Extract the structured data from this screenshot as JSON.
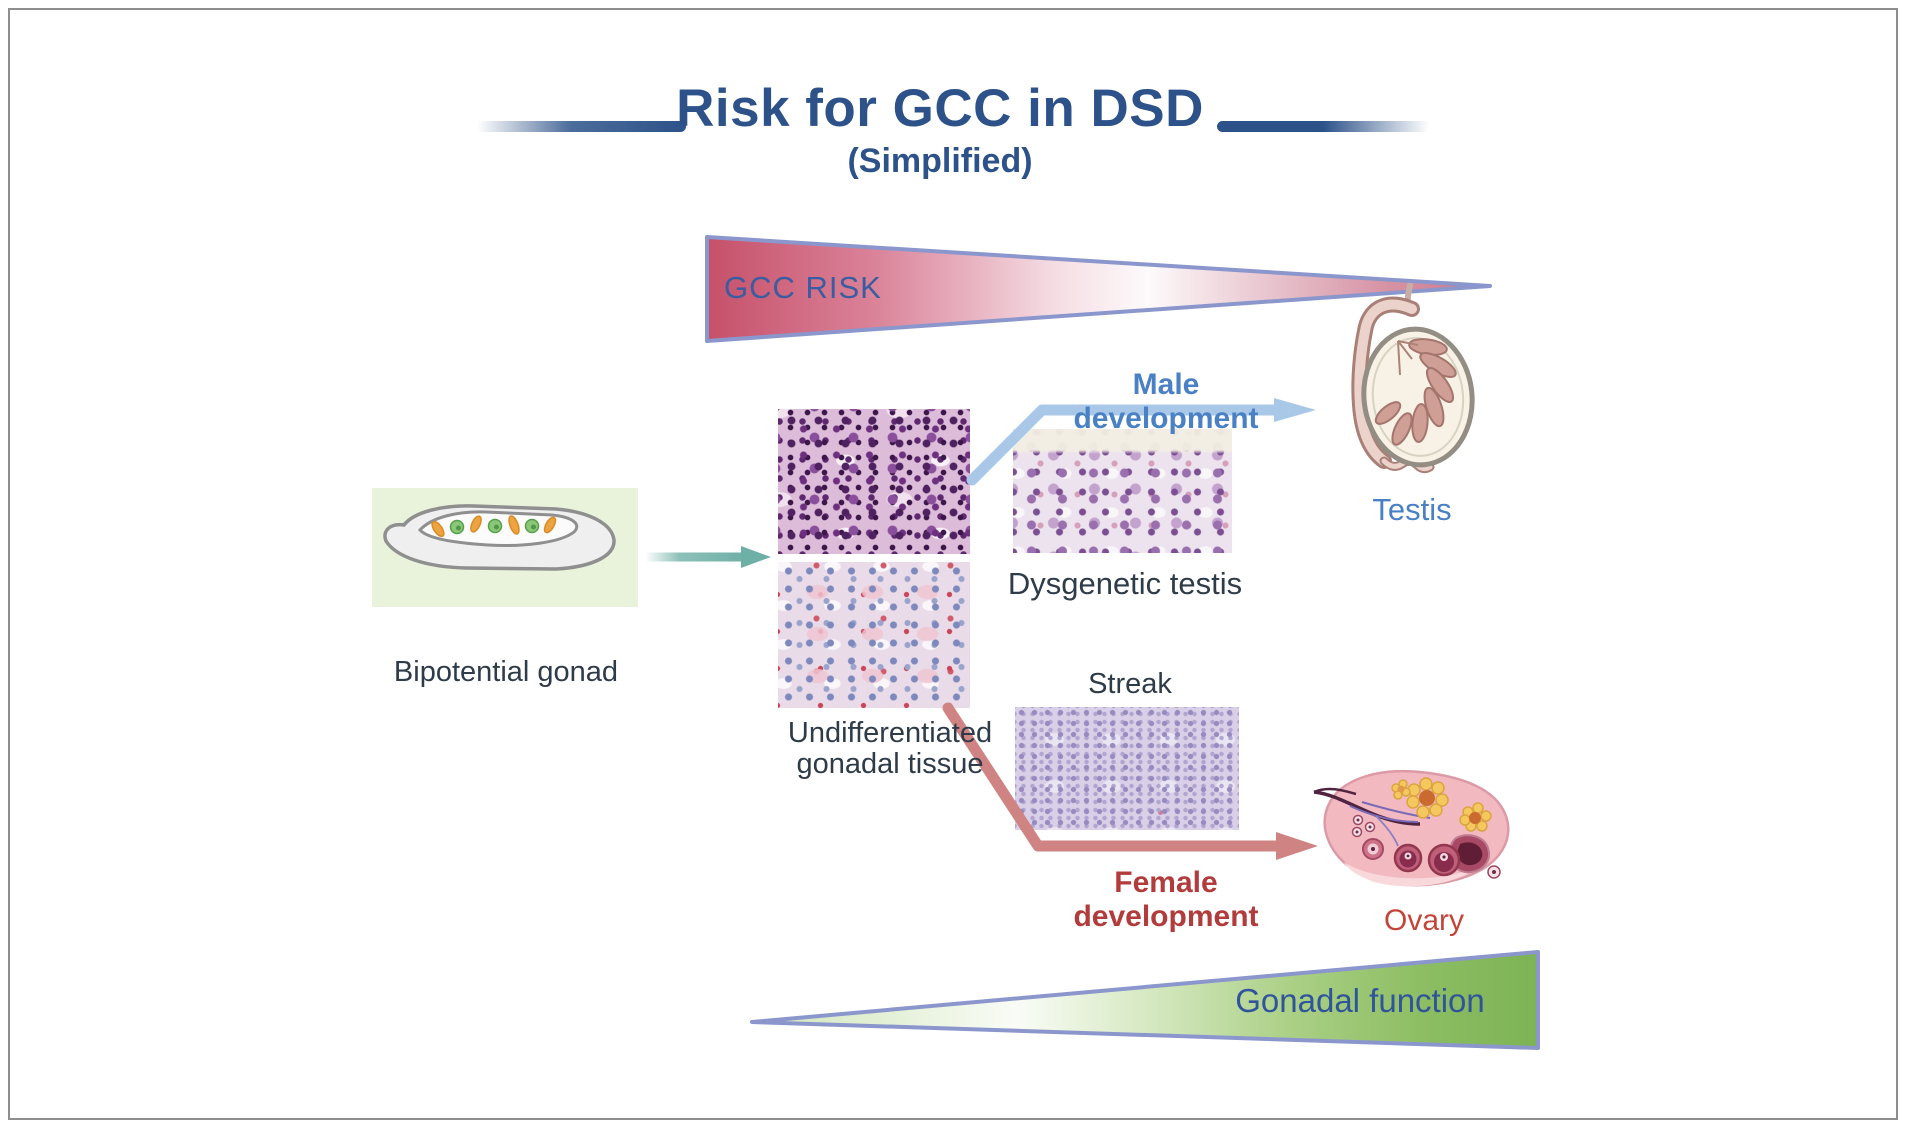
{
  "figure": {
    "title": "Risk for GCC in DSD",
    "subtitle": "(Simplified)"
  },
  "gradients": {
    "gcc_risk": {
      "label": "GCC RISK",
      "left_color": "#c54e68",
      "right_color": "#ca7389",
      "border_color": "#8b97cc"
    },
    "gonadal_function": {
      "label": "Gonadal function",
      "left_color": "#cfe5ba",
      "right_color": "#7cb254",
      "border_color": "#8b97cc"
    }
  },
  "nodes": {
    "bipotential_gonad": {
      "label": "Bipotential gonad"
    },
    "undifferentiated": {
      "label_line1": "Undifferentiated",
      "label_line2": "gonadal tissue"
    },
    "dysgenetic_testis": {
      "label": "Dysgenetic testis"
    },
    "streak": {
      "label": "Streak"
    },
    "testis": {
      "label": "Testis",
      "label_color": "#4a80c4"
    },
    "ovary": {
      "label": "Ovary",
      "label_color": "#c4443a"
    }
  },
  "pathways": {
    "male": {
      "label": "Male development",
      "text_color": "#4a80c4",
      "arrow_color": "#a9c8e8"
    },
    "female": {
      "label": "Female development",
      "text_color": "#b23b3b",
      "arrow_color": "#cf8383"
    },
    "bipotential_to_undifferentiated": {
      "arrow_color": "#6fb0a6"
    }
  },
  "colors": {
    "title_blue": "#2d5289",
    "risk_label_blue": "#3a5ca0",
    "dark_label": "#2e3b49",
    "frame_border": "#8e8e8e"
  }
}
